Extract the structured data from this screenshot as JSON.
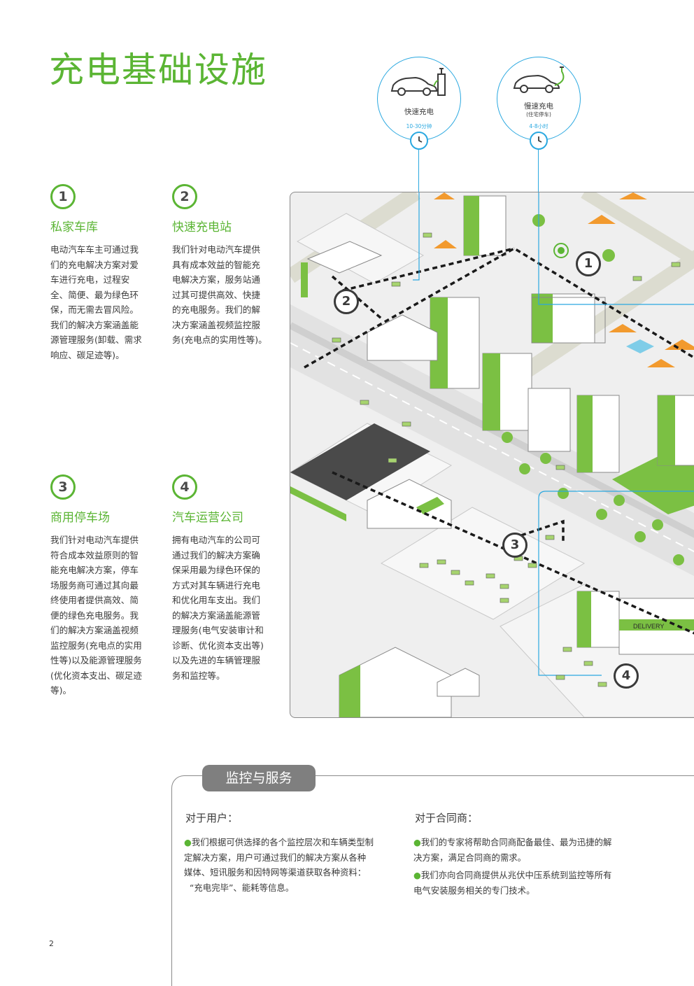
{
  "page": {
    "title": "充电基础设施",
    "page_number": "2"
  },
  "bubbles": [
    {
      "label": "快速充电",
      "sub": "",
      "duration": "10-30分钟"
    },
    {
      "label": "慢速充电",
      "sub": "(住宅停车)",
      "duration": "4-8小时"
    }
  ],
  "sections": [
    {
      "number": "1",
      "title": "私家车库",
      "lines": [
        "电动汽车车主可通过我",
        "们的充电解决方案对爱",
        "车进行充电，过程安",
        "全、简便、最为绿色环",
        "保，而无需去冒风险。",
        "我们的解决方案涵盖能",
        "源管理服务(卸载、需求",
        "响应、碳足迹等)。"
      ]
    },
    {
      "number": "2",
      "title": "快速充电站",
      "lines": [
        "我们针对电动汽车提供",
        "具有成本效益的智能充",
        "电解决方案，服务站通",
        "过其可提供高效、快捷",
        "的充电服务。我们的解",
        "决方案涵盖视频监控服",
        "务(充电点的实用性等)。"
      ]
    },
    {
      "number": "3",
      "title": "商用停车场",
      "lines": [
        "我们针对电动汽车提供",
        "符合成本效益原则的智",
        "能充电解决方案，停车",
        "场服务商可通过其向最",
        "终使用者提供高效、简",
        "便的绿色充电服务。我",
        "们的解决方案涵盖视频",
        "监控服务(充电点的实用",
        "性等)以及能源管理服务",
        "(优化资本支出、碳足迹",
        "等)。"
      ]
    },
    {
      "number": "4",
      "title": "汽车运营公司",
      "lines": [
        "拥有电动汽车的公司可",
        "通过我们的解决方案确",
        "保采用最为绿色环保的",
        "方式对其车辆进行充电",
        "和优化用车支出。我们",
        "的解决方案涵盖能源管",
        "理服务(电气安装审计和",
        "诊断、优化资本支出等)",
        "以及先进的车辆管理服",
        "务和监控等。"
      ]
    }
  ],
  "map": {
    "markers": [
      "1",
      "2",
      "3",
      "4"
    ],
    "delivery_sign": "DELIVERY"
  },
  "monitoring": {
    "tab_label": "监控与服务",
    "users": {
      "title": "对于用户：",
      "bullets": [
        [
          "我们根据可供选择的各个监控层次和车辆类型制",
          "定解决方案，用户可通过我们的解决方案从各种",
          "媒体、短讯服务和因特网等渠道获取各种资料：",
          "“充电完毕”、能耗等信息。"
        ]
      ]
    },
    "contractors": {
      "title": "对于合同商：",
      "bullets": [
        [
          "我们的专家将帮助合同商配备最佳、最为迅捷的解",
          "决方案，满足合同商的需求。"
        ],
        [
          "我们亦向合同商提供从兆伏中压系统到监控等所有",
          "电气安装服务相关的专门技术。"
        ]
      ]
    }
  },
  "colors": {
    "accent_green": "#5bb534",
    "accent_blue": "#2aa8e0",
    "text": "#3a3a3a",
    "tab_gray": "#7f7f7f"
  }
}
